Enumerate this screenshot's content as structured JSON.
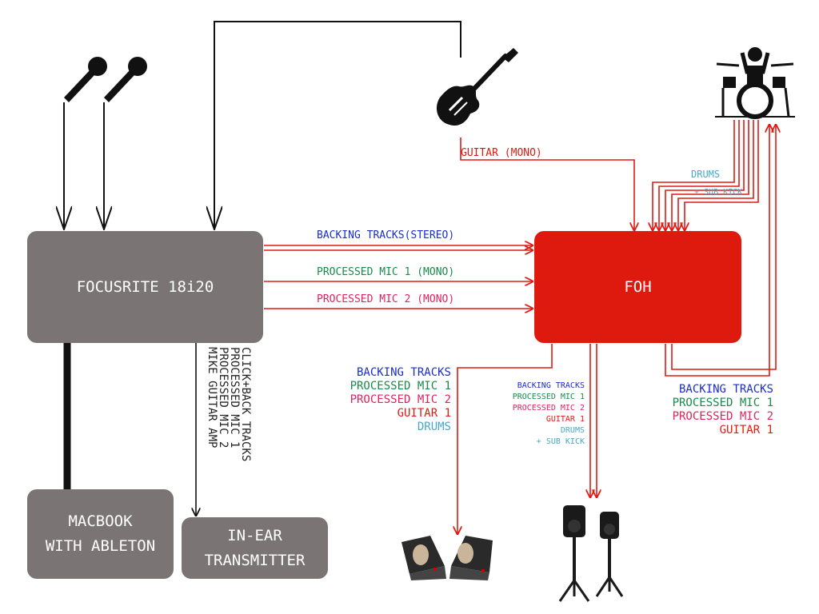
{
  "colors": {
    "blue": "#1a2ecc",
    "green": "#1a8a4a",
    "pink": "#e0245e",
    "red": "#e01b12",
    "cyan": "#4aa8c8",
    "gray_box": "#7a7574",
    "foh_box": "#dd1a0d"
  },
  "icons": [
    "microphone-icon",
    "microphone-icon",
    "electric-guitar-icon",
    "drummer-kit-icon",
    "floor-monitor-icon",
    "pa-speaker-icon"
  ],
  "boxes": {
    "focusrite": "FOCUSRITE 18i20",
    "foh": "FOH",
    "macbook_line1": "MACBOOK",
    "macbook_line2": "WITH ABLETON",
    "inear_line1": "IN-EAR",
    "inear_line2": "TRANSMITTER"
  },
  "links": {
    "guitar": "GUITAR (MONO)",
    "backing": "BACKING TRACKS(STEREO)",
    "mic1": "PROCESSED MIC 1 (MONO)",
    "mic2": "PROCESSED MIC 2 (MONO)",
    "drums": "DRUMS",
    "subkick": "+ SUB KICK"
  },
  "inear_mix": [
    "CLICK+BACK TRACKS",
    "PROCESSED MIC 1",
    "PROCESSED MIC 2",
    "MIKE GUITAR AMP"
  ],
  "monitor_mix": {
    "backing": "BACKING TRACKS",
    "mic1": "PROCESSED MIC 1",
    "mic2": "PROCESSED MIC 2",
    "guitar": "GUITAR 1",
    "drums": "DRUMS"
  },
  "pa_mix": {
    "backing": "BACKING TRACKS",
    "mic1": "PROCESSED MIC 1",
    "mic2": "PROCESSED MIC 2",
    "guitar": "GUITAR 1",
    "drums": "DRUMS",
    "subkick": "+ SUB KICK"
  },
  "drummer_mix": {
    "backing": "BACKING TRACKS",
    "mic1": "PROCESSED MIC 1",
    "mic2": "PROCESSED MIC 2",
    "guitar": "GUITAR 1"
  }
}
